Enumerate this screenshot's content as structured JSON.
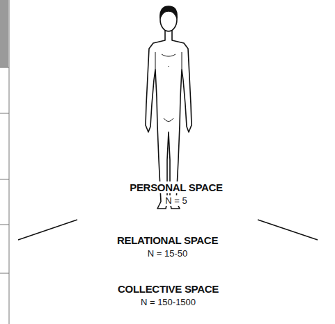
{
  "diagram": {
    "nodes": [
      {
        "text": [
          "COLLECTIVE SPACE",
          "N = 150-1500"
        ]
      },
      {
        "text": [
          "RELATIONAL SPACE",
          "N = 15-50"
        ],
        "in": 0
      },
      {
        "text": [
          "PERSONAL SPACE",
          "N = 5"
        ],
        "in": 1
      }
    ]
  }
}
